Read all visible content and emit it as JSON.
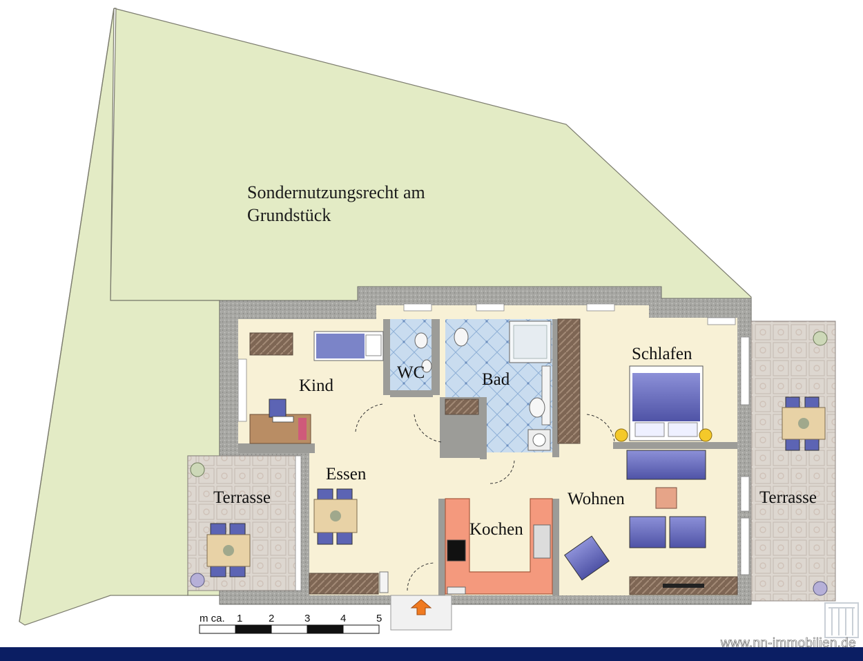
{
  "plot_area": {
    "label_line1": "Sondernutzungsrecht am",
    "label_line2": "Grundstück"
  },
  "rooms": {
    "kind": "Kind",
    "wc": "WC",
    "bad": "Bad",
    "schlafen": "Schlafen",
    "essen": "Essen",
    "terrasse_left": "Terrasse",
    "wohnen": "Wohnen",
    "kochen": "Kochen",
    "terrasse_right": "Terrasse"
  },
  "scale_bar": {
    "prefix": "m ca.",
    "ticks": [
      "1",
      "2",
      "3",
      "4",
      "5"
    ]
  },
  "footer": {
    "website": "www.nn-immobilien.de"
  },
  "colors": {
    "plot": "#e3ebc5",
    "floor": "#f8f1d6",
    "wall": "#9c9c98",
    "bath_tile": "#c7dbee",
    "terrace": "#d9d3cc",
    "kitchen": "#f4997d",
    "furniture_blue": "#6e72c2",
    "footer_bar": "#0b1e63",
    "entrance_arrow": "#f07a20"
  }
}
